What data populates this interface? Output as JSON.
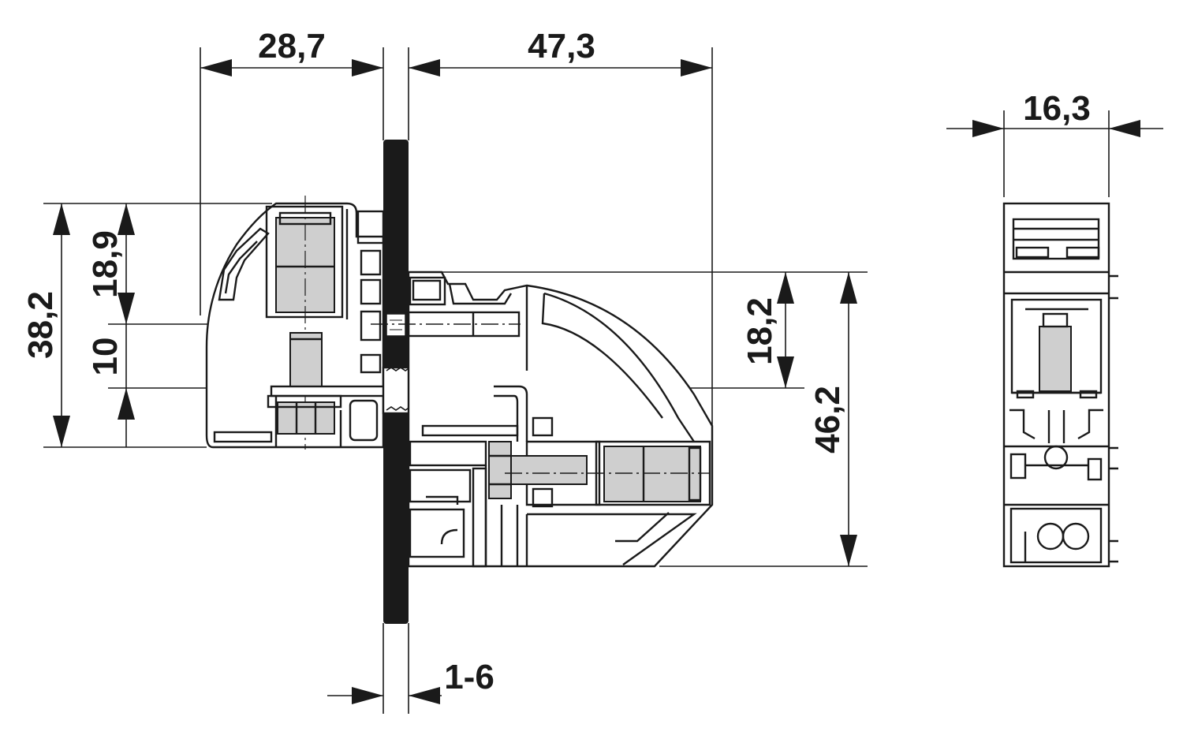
{
  "dimensions": {
    "width_left": "28,7",
    "width_right": "47,3",
    "side_width": "16,3",
    "height_left_total": "38,2",
    "height_left_upper": "18,9",
    "height_left_lower": "10",
    "height_right_upper": "18,2",
    "height_right_total": "46,2",
    "panel_thickness": "1-6"
  },
  "colors": {
    "line": "#1a1a1a",
    "fill_grey": "#cfcfcf",
    "background": "#ffffff"
  }
}
